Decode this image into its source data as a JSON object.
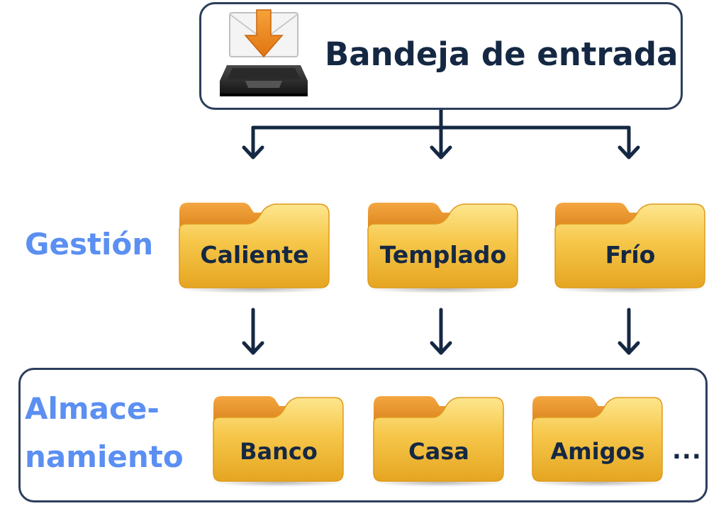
{
  "inbox": {
    "title": "Bandeja de entrada",
    "icon": "inbox-tray-download-icon"
  },
  "management": {
    "label": "Gestión",
    "folders": [
      {
        "label": "Caliente"
      },
      {
        "label": "Templado"
      },
      {
        "label": "Frío"
      }
    ]
  },
  "storage": {
    "label_line1": "Almace-",
    "label_line2": "namiento",
    "folders": [
      {
        "label": "Banco"
      },
      {
        "label": "Casa"
      },
      {
        "label": "Amigos"
      }
    ],
    "more": "..."
  },
  "colors": {
    "accent_label": "#5b8ff2",
    "text_dark": "#152843",
    "border": "#2c3e5c",
    "folder_body": "#f2bd3c",
    "folder_back": "#e3901e"
  }
}
